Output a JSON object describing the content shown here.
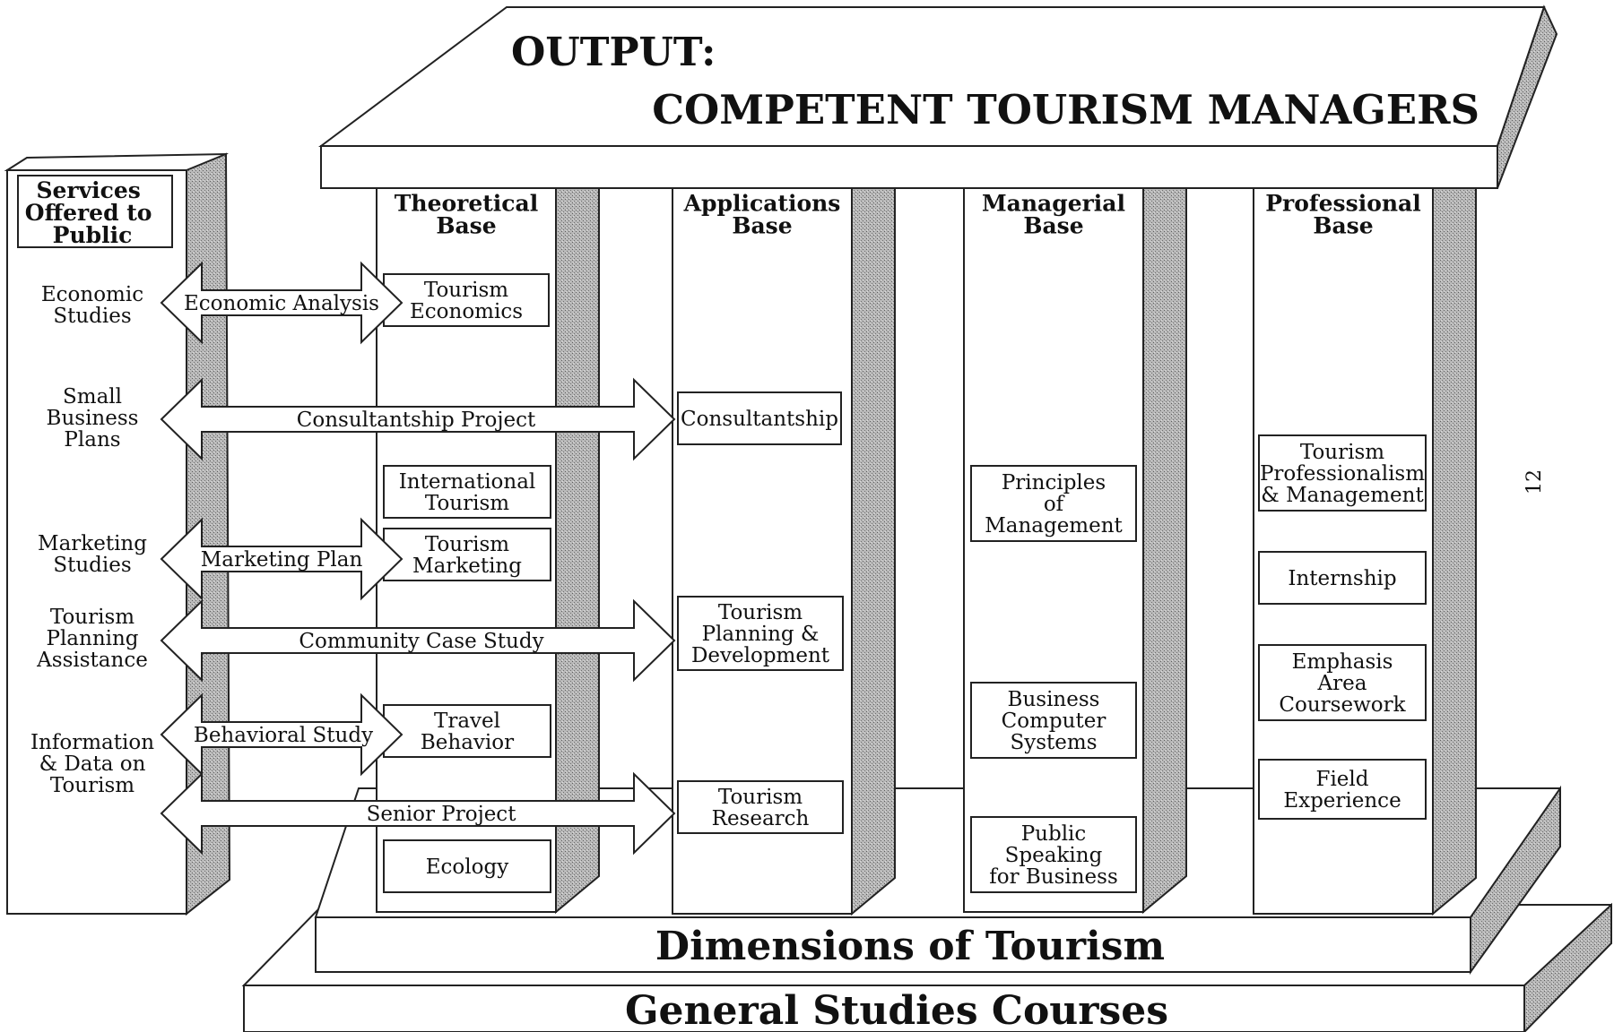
{
  "output": {
    "line1": "OUTPUT:",
    "line2": "COMPETENT TOURISM MANAGERS"
  },
  "services": {
    "title": [
      "Services",
      "Offered to",
      "Public"
    ],
    "items": [
      [
        "Economic",
        "Studies"
      ],
      [
        "Small",
        "Business",
        "Plans"
      ],
      [
        "Marketing",
        "Studies"
      ],
      [
        "Tourism",
        "Planning",
        "Assistance"
      ],
      [
        "Information",
        "& Data on",
        "Tourism"
      ]
    ]
  },
  "pillars": [
    {
      "title": [
        "Theoretical",
        "Base"
      ],
      "boxes": [
        [
          "Tourism",
          "Economics"
        ],
        [
          "International",
          "Tourism"
        ],
        [
          "Tourism",
          "Marketing"
        ],
        [
          "Travel",
          "Behavior"
        ],
        [
          "Ecology"
        ]
      ]
    },
    {
      "title": [
        "Applications",
        "Base"
      ],
      "boxes": [
        [
          "Consultantship"
        ],
        [
          "Tourism",
          "Planning &",
          "Development"
        ],
        [
          "Tourism",
          "Research"
        ]
      ]
    },
    {
      "title": [
        "Managerial",
        "Base"
      ],
      "boxes": [
        [
          "Principles",
          "of",
          "Management"
        ],
        [
          "Business",
          "Computer",
          "Systems"
        ],
        [
          "Public",
          "Speaking",
          "for Business"
        ]
      ]
    },
    {
      "title": [
        "Professional",
        "Base"
      ],
      "boxes": [
        [
          "Tourism",
          "Professionalism",
          "& Management"
        ],
        [
          "Internship"
        ],
        [
          "Emphasis",
          "Area",
          "Coursework"
        ],
        [
          "Field",
          "Experience"
        ]
      ]
    }
  ],
  "arrows": [
    "Economic Analysis",
    "Consultantship Project",
    "Marketing Plan",
    "Community Case Study",
    "Behavioral Study",
    "Senior Project"
  ],
  "foundation": {
    "upper": "Dimensions of Tourism",
    "lower": "General Studies Courses"
  },
  "page_number": "12"
}
